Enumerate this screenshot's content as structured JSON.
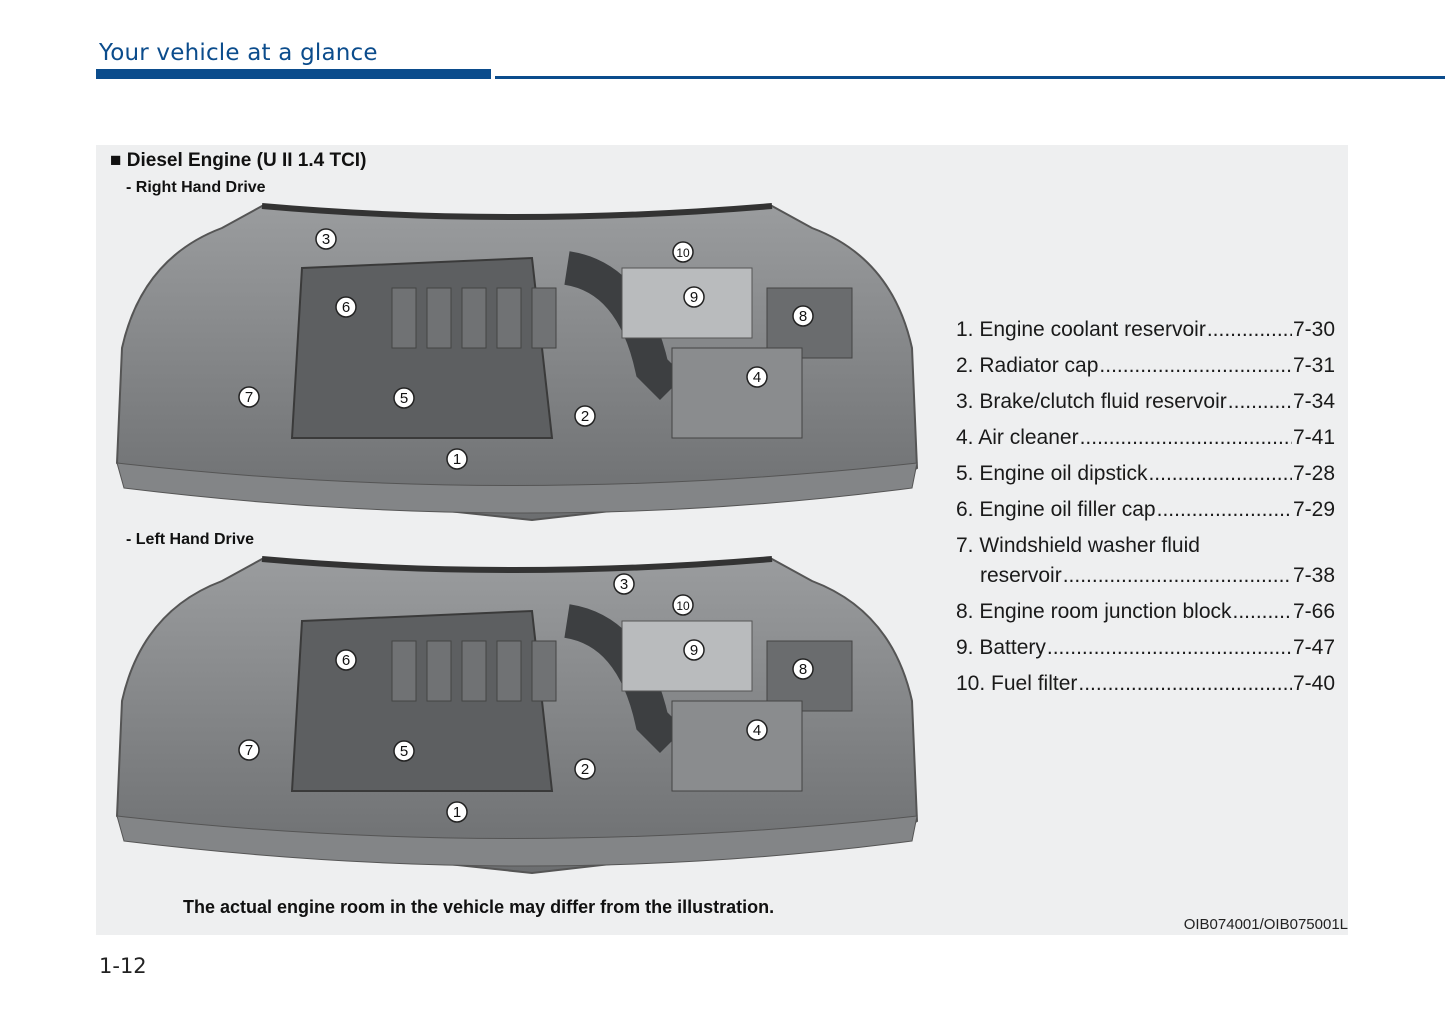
{
  "header": {
    "title": "Your vehicle at a glance"
  },
  "section": {
    "title": "■ Diesel Engine (U II 1.4 TCI)",
    "rhd_label": "- Right Hand Drive",
    "lhd_label": "- Left Hand Drive"
  },
  "callouts": [
    "1",
    "2",
    "3",
    "4",
    "5",
    "6",
    "7",
    "8",
    "9",
    "10"
  ],
  "items": [
    {
      "label": "1. Engine coolant reservoir",
      "page": "7-30"
    },
    {
      "label": "2. Radiator cap",
      "page": "7-31"
    },
    {
      "label": "3. Brake/clutch fluid reservoir",
      "page": "7-34"
    },
    {
      "label": "4. Air cleaner",
      "page": "7-41"
    },
    {
      "label": "5. Engine oil dipstick",
      "page": "7-28"
    },
    {
      "label": "6. Engine oil filler cap",
      "page": "7-29"
    },
    {
      "label": "7. Windshield washer fluid",
      "label2": "reservoir",
      "page": "7-38"
    },
    {
      "label": "8. Engine room junction block",
      "page": "7-66"
    },
    {
      "label": "9. Battery",
      "page": "7-47"
    },
    {
      "label": "10. Fuel filter",
      "page": "7-40"
    }
  ],
  "note": "The actual engine room in the vehicle may differ from the illustration.",
  "image_code": "OIB074001/OIB075001L",
  "page_number": "1-12"
}
